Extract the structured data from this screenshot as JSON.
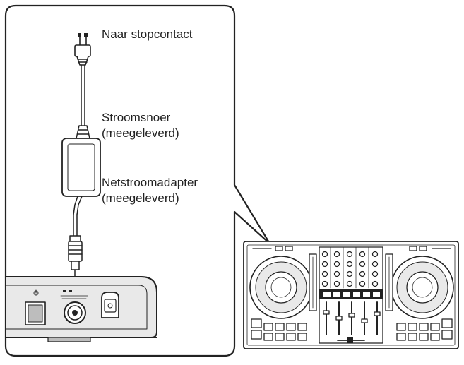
{
  "labels": {
    "outlet": "Naar stopcontact",
    "power_cord": "Stroomsnoer",
    "power_cord_note": "(meegeleverd)",
    "adapter": "Netstroomadapter",
    "adapter_note": "(meegeleverd)"
  },
  "colors": {
    "line": "#222222",
    "panel": "#e9e9e9",
    "panel_dark": "#bdbdbd",
    "background": "#ffffff"
  }
}
